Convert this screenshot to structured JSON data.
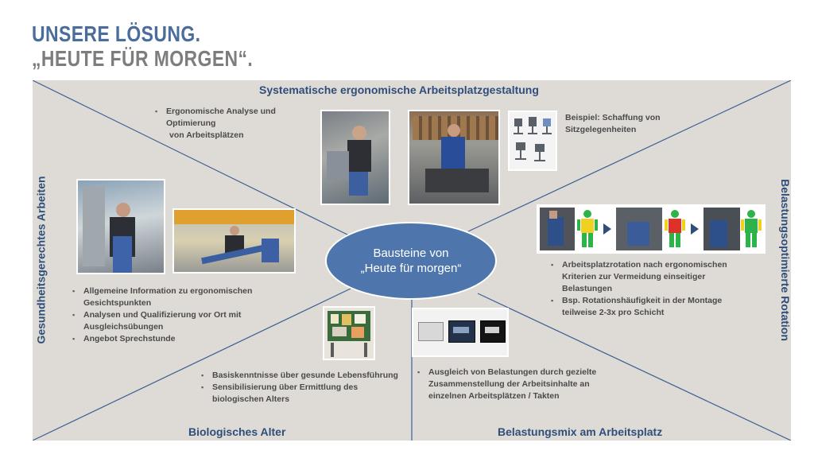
{
  "title": {
    "line1": "UNSERE LÖSUNG.",
    "line2": "„HEUTE FÜR MORGEN“."
  },
  "center": {
    "line1": "Bausteine von",
    "line2": "„Heute für morgen“"
  },
  "sections": {
    "top": {
      "heading": "Systematische ergonomische Arbeitsplatzgestaltung",
      "bullet": [
        "Ergonomische Analyse und",
        "Optimierung",
        "von Arbeitsplätzen"
      ],
      "example": [
        "Beispiel: Schaffung von",
        "Sitzgelegenheiten"
      ]
    },
    "left": {
      "heading": "Gesundheitsgerechtes Arbeiten",
      "bullets": [
        [
          "Allgemeine Information zu ergonomischen",
          "Gesichtspunkten"
        ],
        [
          "Analysen und Qualifizierung vor Ort mit",
          "Ausgleichsübungen"
        ],
        [
          "Angebot Sprechstunde"
        ]
      ]
    },
    "right": {
      "heading": "Belastungsoptimierte Rotation",
      "bullets": [
        [
          "Arbeitsplatzrotation nach ergonomischen",
          "Kriterien zur Vermeidung einseitiger",
          "Belastungen"
        ],
        [
          "Bsp. Rotationshäufigkeit in der Montage",
          "teilweise 2-3x pro Schicht"
        ]
      ]
    },
    "bottom_left": {
      "heading": "Biologisches Alter",
      "bullets": [
        [
          "Basiskenntnisse über gesunde Lebensführung"
        ],
        [
          "Sensibilisierung über Ermittlung des",
          "biologischen Alters"
        ]
      ]
    },
    "bottom_right": {
      "heading": "Belastungsmix am Arbeitsplatz",
      "bullets": [
        [
          "Ausgleich von Belastungen durch gezielte",
          "Zusammenstellung der Arbeitsinhalte an",
          "einzelnen Arbeitsplätzen / Takten"
        ]
      ]
    }
  },
  "colors": {
    "title_blue": "#4a6d9c",
    "title_gray": "#7d7d7d",
    "panel_bg": "#dedbd6",
    "heading_blue": "#2f4e7a",
    "ellipse_fill": "#4f76ac",
    "line_blue": "#3d5f92",
    "green_body": "#2db34a",
    "yellow_body": "#f0d020",
    "red_body": "#e0302a"
  }
}
